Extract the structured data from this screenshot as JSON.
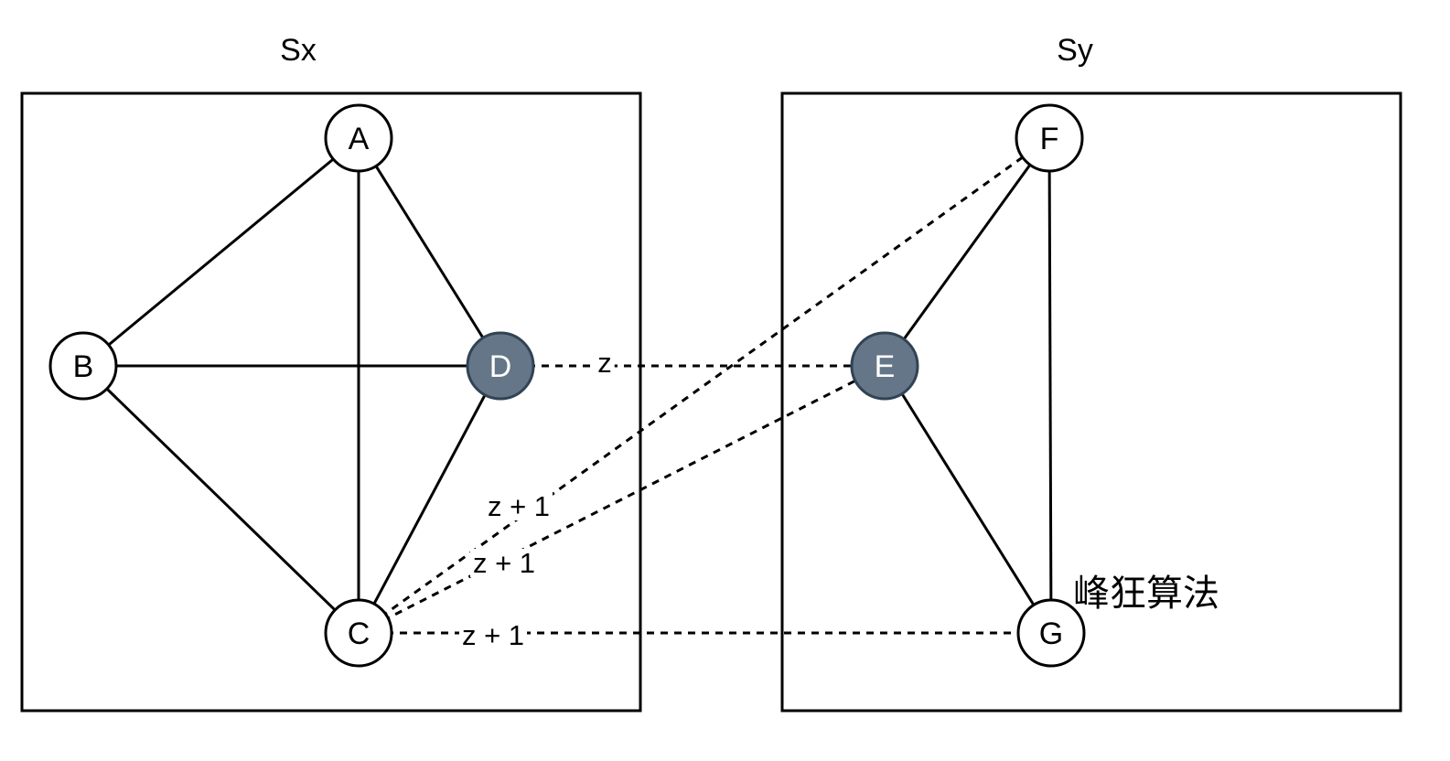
{
  "panels": {
    "left": {
      "title": "Sx"
    },
    "right": {
      "title": "Sy"
    }
  },
  "nodes": {
    "A": {
      "label": "A",
      "highlighted": false
    },
    "B": {
      "label": "B",
      "highlighted": false
    },
    "C": {
      "label": "C",
      "highlighted": false
    },
    "D": {
      "label": "D",
      "highlighted": true
    },
    "E": {
      "label": "E",
      "highlighted": true
    },
    "F": {
      "label": "F",
      "highlighted": false
    },
    "G": {
      "label": "G",
      "highlighted": false
    }
  },
  "edges_solid": [
    [
      "A",
      "B"
    ],
    [
      "A",
      "C"
    ],
    [
      "A",
      "D"
    ],
    [
      "B",
      "D"
    ],
    [
      "B",
      "C"
    ],
    [
      "C",
      "D"
    ],
    [
      "E",
      "F"
    ],
    [
      "E",
      "G"
    ],
    [
      "F",
      "G"
    ]
  ],
  "edges_dashed": [
    {
      "from": "D",
      "to": "E",
      "label": "z"
    },
    {
      "from": "C",
      "to": "F",
      "label": "z + 1"
    },
    {
      "from": "C",
      "to": "E",
      "label": "z + 1"
    },
    {
      "from": "C",
      "to": "G",
      "label": "z + 1"
    }
  ],
  "watermark": "峰狂算法",
  "colors": {
    "highlight_fill": "#647687",
    "highlight_stroke": "#314354",
    "node_fill": "#ffffff",
    "node_stroke": "#000000",
    "highlight_text": "#ffffff",
    "node_text": "#000000",
    "line": "#000000"
  }
}
